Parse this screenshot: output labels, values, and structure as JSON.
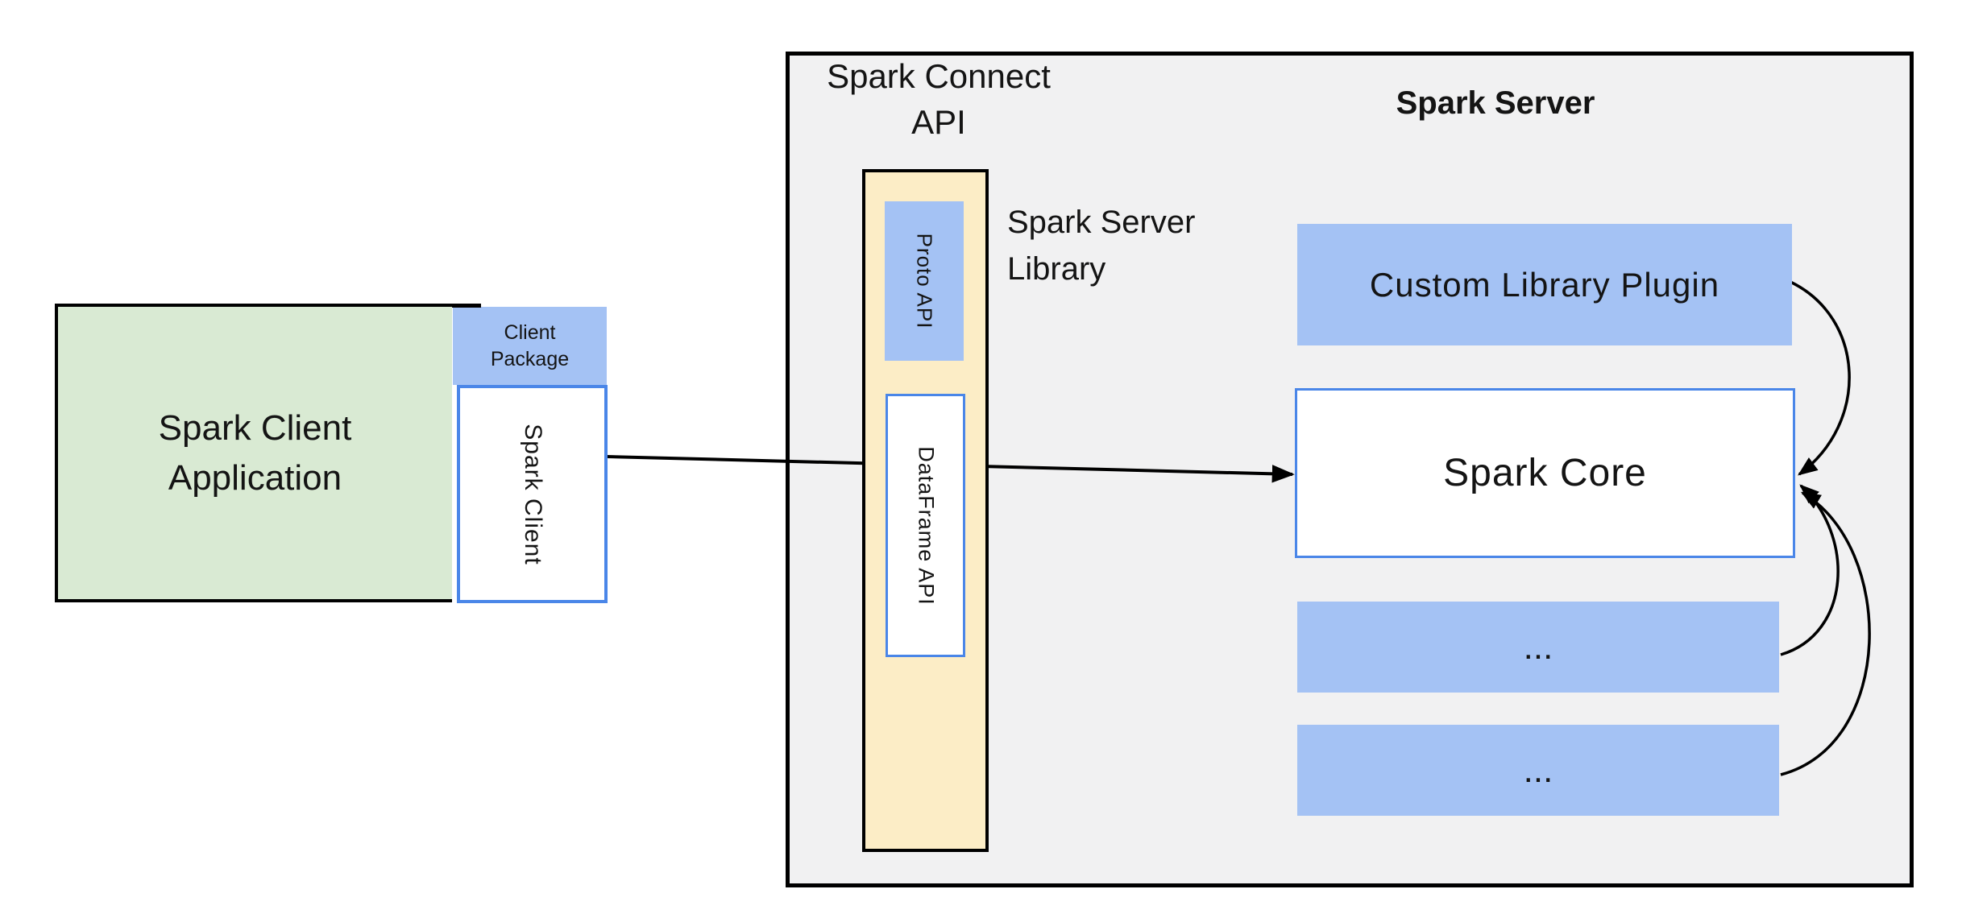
{
  "client": {
    "app_label_line1": "Spark Client",
    "app_label_line2": "Application",
    "package_label_line1": "Client",
    "package_label_line2": "Package",
    "spark_client_label": "Spark Client"
  },
  "connect": {
    "api_label_line1": "Spark Connect",
    "api_label_line2": "API",
    "proto_api_label": "Proto API",
    "dataframe_api_label": "DataFrame API",
    "server_library_label_line1": "Spark Server",
    "server_library_label_line2": "Library"
  },
  "server": {
    "title": "Spark Server",
    "custom_plugin_label": "Custom Library Plugin",
    "core_label": "Spark Core",
    "ellipsis_1": "...",
    "ellipsis_2": "..."
  },
  "arrows": [
    {
      "id": "client-to-core",
      "from": "spark-client-box",
      "to": "spark-core-box",
      "style": "straight"
    },
    {
      "id": "plugin-to-core",
      "from": "custom-plugin-box",
      "to": "spark-core-box",
      "style": "curved"
    },
    {
      "id": "ellipsis1-to-core",
      "from": "ellipsis-box-1",
      "to": "spark-core-box",
      "style": "curved"
    },
    {
      "id": "ellipsis2-to-core",
      "from": "ellipsis-box-2",
      "to": "spark-core-box",
      "style": "curved"
    }
  ],
  "colors": {
    "green_fill": "#d9ead3",
    "blue_fill": "#a4c2f4",
    "yellow_fill": "#fcedc6",
    "gray_fill": "#f1f1f2",
    "white_fill": "#ffffff",
    "blue_border": "#4a86e8",
    "black_border": "#000000",
    "arrow_stroke": "#000000",
    "text_color": "#141414"
  }
}
